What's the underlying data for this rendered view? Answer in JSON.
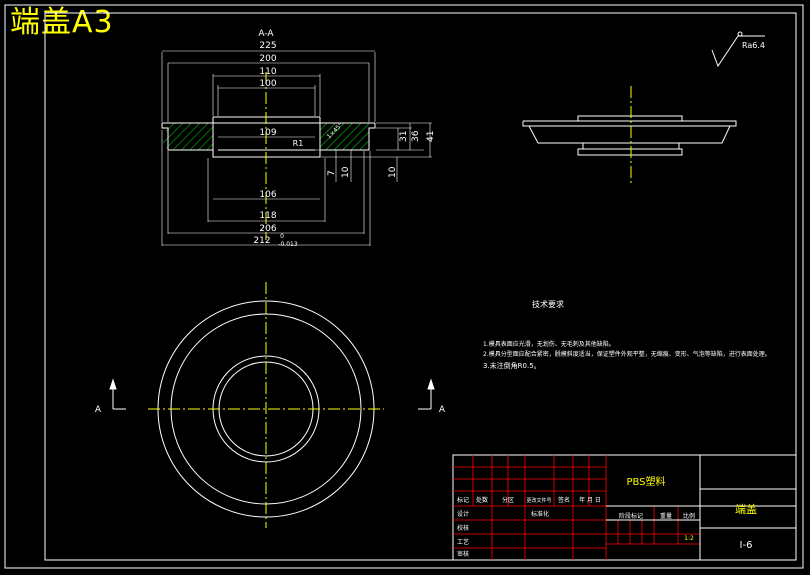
{
  "sheet_title": "端盖A3",
  "section_label": "A-A",
  "roughness": "Ra6.4",
  "dims": {
    "d225": "225",
    "d200": "200",
    "d110": "110",
    "d100": "100",
    "d109": "109",
    "d106": "106",
    "d118": "118",
    "d206": "206",
    "d212": "212",
    "d212_tol_upper": "0",
    "d212_tol_lower": "-0.013",
    "r1": "R1",
    "h7": "7",
    "h10a": "10",
    "h10b": "10",
    "h31": "31",
    "h36": "36",
    "h41": "41",
    "chamfer": "1×45°"
  },
  "cut_marks": {
    "left": "A",
    "right": "A"
  },
  "notes": {
    "heading": "技术要求",
    "line1": "1.模具表面应光滑，无划伤、无毛刺及其他缺陷。",
    "line2": "2.模具分型面应配合紧密，脱模斜度适当，保证塑件外观平整，无缩痕、变形、气泡等缺陷，进行表面处理。",
    "line3": "3.未注倒角R0.5。"
  },
  "title_block": {
    "material": "PBS塑料",
    "part_name": "端盖",
    "drawing_no": "I-6",
    "row_labels": [
      "标记",
      "处数",
      "分区",
      "更改文件号",
      "签名",
      "年 月 日"
    ],
    "design": "设计",
    "standard": "标准化",
    "check": "校核",
    "process": "工艺",
    "approve": "审核",
    "stage": "阶段标记",
    "weight": "重量",
    "scale": "比例",
    "scale_value": "1:2"
  },
  "colors": {
    "background": "#000000",
    "outline": "#ffffff",
    "centerline": "#ffff00",
    "hatch": "#00c000",
    "frame_red": "#ff0000",
    "title_yellow": "#ffff00"
  }
}
